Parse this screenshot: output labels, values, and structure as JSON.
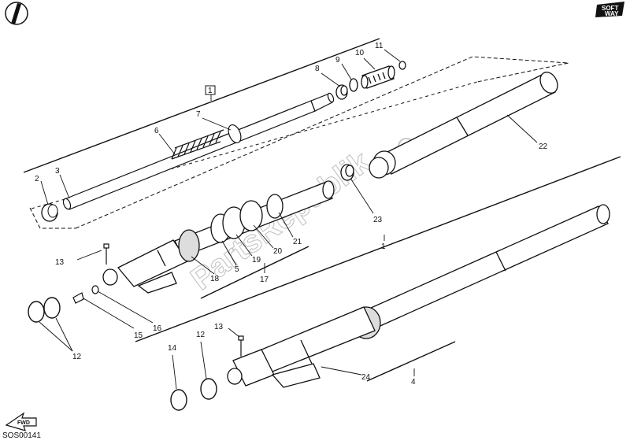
{
  "callouts": {
    "n1": "1",
    "n1b": "1",
    "n2": "2",
    "n3": "3",
    "n4": "4",
    "n5": "5",
    "n6": "6",
    "n7": "7",
    "n8": "8",
    "n9": "9",
    "n10": "10",
    "n11": "11",
    "n12a": "12",
    "n12b": "12",
    "n13a": "13",
    "n13b": "13",
    "n14": "14",
    "n15": "15",
    "n16": "16",
    "n17": "17",
    "n18": "18",
    "n19": "19",
    "n20": "20",
    "n21": "21",
    "n22": "22",
    "n23": "23",
    "n24": "24"
  },
  "drawing_code": "SOS00141",
  "watermark": "PartsRepublik",
  "brand_mark": {
    "line1": "SOFT",
    "line2": "WAY"
  },
  "fwd_label": "FWD",
  "colors": {
    "line": "#111111",
    "watermark": "#c8c8c8"
  }
}
